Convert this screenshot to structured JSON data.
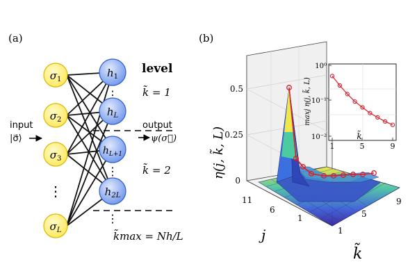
{
  "panel_a": {
    "label": "(a)",
    "visible_nodes": [
      {
        "base": "σ",
        "sub": "1"
      },
      {
        "base": "σ",
        "sub": "2"
      },
      {
        "base": "σ",
        "sub": "3"
      },
      {
        "base": "σ",
        "sub": "L"
      }
    ],
    "hidden_nodes": [
      {
        "base": "h",
        "sub": "1"
      },
      {
        "base": "h",
        "sub": "L"
      },
      {
        "base": "h",
        "sub": "L+1"
      },
      {
        "base": "h",
        "sub": "2L"
      }
    ],
    "vdots": "⋮",
    "input_label": "input",
    "input_symbol": "|σ⃗⟩",
    "output_label": "output",
    "output_symbol": "ψ(σ⃗)",
    "level_title": "level",
    "level1": "k̃ = 1",
    "level2": "k̃ = 2",
    "kmax": "k̃max = Nh/L",
    "colors": {
      "visible_fill": "#fff27a",
      "visible_stroke": "#d8b800",
      "hidden_fill": "#8fb0f2",
      "hidden_stroke": "#2f5dc8"
    }
  },
  "panel_b": {
    "label": "(b)",
    "zlabel": "η(j, k̃, L)",
    "z_ticks": [
      "0",
      "0.25",
      "0.5"
    ],
    "j_label": "j",
    "j_ticks": [
      "11",
      "6",
      "1"
    ],
    "k_label": "k̃",
    "k_ticks": [
      "1",
      "5",
      "9"
    ],
    "inset": {
      "ylabel": "maxj η(j, k̃, L)",
      "xlabel": "k̃",
      "y_ticks": [
        "10⁰",
        "10⁻¹",
        "10⁻²"
      ],
      "x_ticks": [
        "1",
        "5",
        "9"
      ]
    }
  },
  "chart_data": {
    "type": "scatter",
    "title": "",
    "xlabel": "k̃",
    "ylabel": "maxj η(j, k̃, L)",
    "yscale": "log",
    "xlim": [
      1,
      9
    ],
    "ylim": [
      0.01,
      1
    ],
    "series": [
      {
        "x": [
          1,
          2,
          3,
          4,
          5,
          6,
          7,
          8,
          9
        ],
        "values": [
          0.5,
          0.27,
          0.155,
          0.095,
          0.065,
          0.045,
          0.034,
          0.026,
          0.021
        ]
      }
    ],
    "colors": {
      "series": "#d81e2c"
    }
  }
}
